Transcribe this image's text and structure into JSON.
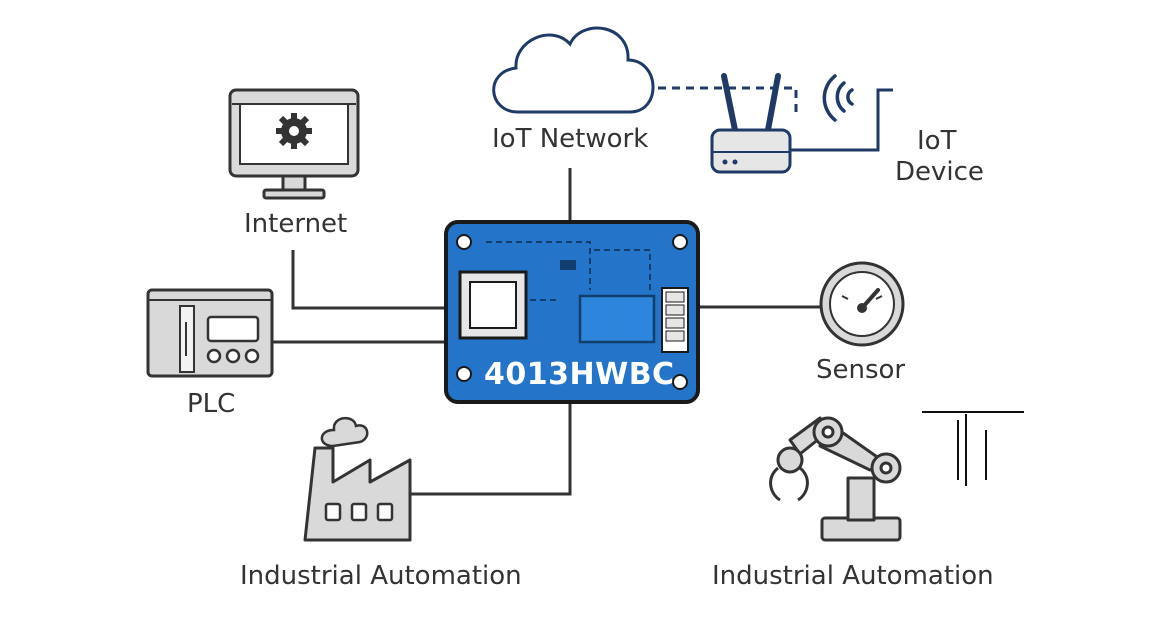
{
  "board": {
    "label": "4013HWBC",
    "color": "#2475c9"
  },
  "nodes": {
    "iot_network": "IoT Network",
    "iot_device_line1": "IoT",
    "iot_device_line2": "Device",
    "internet": "Internet",
    "plc": "PLC",
    "sensor": "Sensor",
    "industrial_automation_left": "Industrial Automation",
    "industrial_automation_right": "Industrial Automation"
  },
  "colors": {
    "line": "#333333",
    "navy": "#1f3a66",
    "device_fill": "#d9d9d9"
  }
}
